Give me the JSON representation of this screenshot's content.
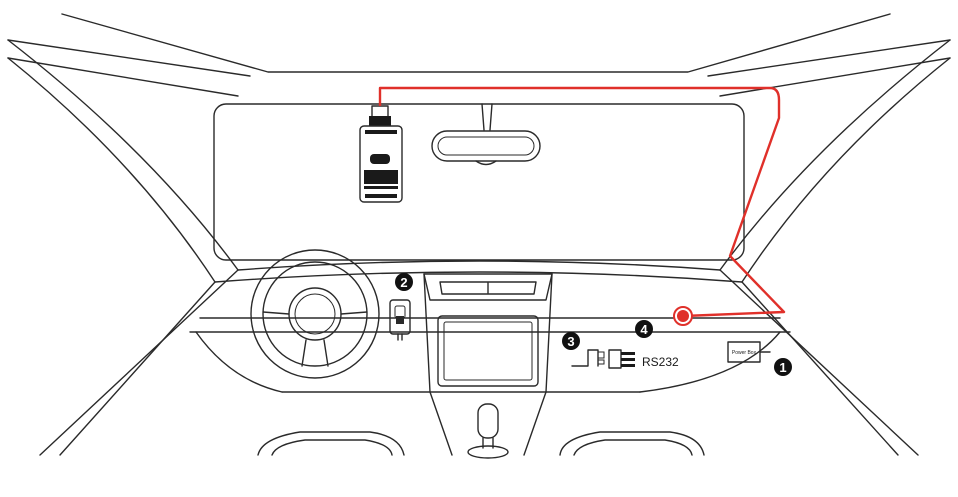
{
  "colors": {
    "cable": "#e0302a",
    "line": "#2a2a2a",
    "marker": "#111111",
    "background": "#ffffff"
  },
  "markers": [
    {
      "id": "1",
      "label": "1",
      "icon": "power-box-marker"
    },
    {
      "id": "2",
      "label": "2",
      "icon": "ignition-marker"
    },
    {
      "id": "3",
      "label": "3",
      "icon": "connector-marker"
    },
    {
      "id": "4",
      "label": "4",
      "icon": "rs232-marker"
    }
  ],
  "labels": {
    "rs232": "RS232",
    "power_box": "Power Box"
  },
  "icons": {
    "camera": "dash-camera-icon",
    "mirror": "rearview-mirror-icon",
    "steering": "steering-wheel-icon",
    "ignition": "ignition-switch-icon",
    "connector_a": "cable-connector-icon",
    "connector_b": "rs232-connector-icon",
    "power_box": "power-box-icon",
    "cable_end": "cable-end-icon"
  }
}
